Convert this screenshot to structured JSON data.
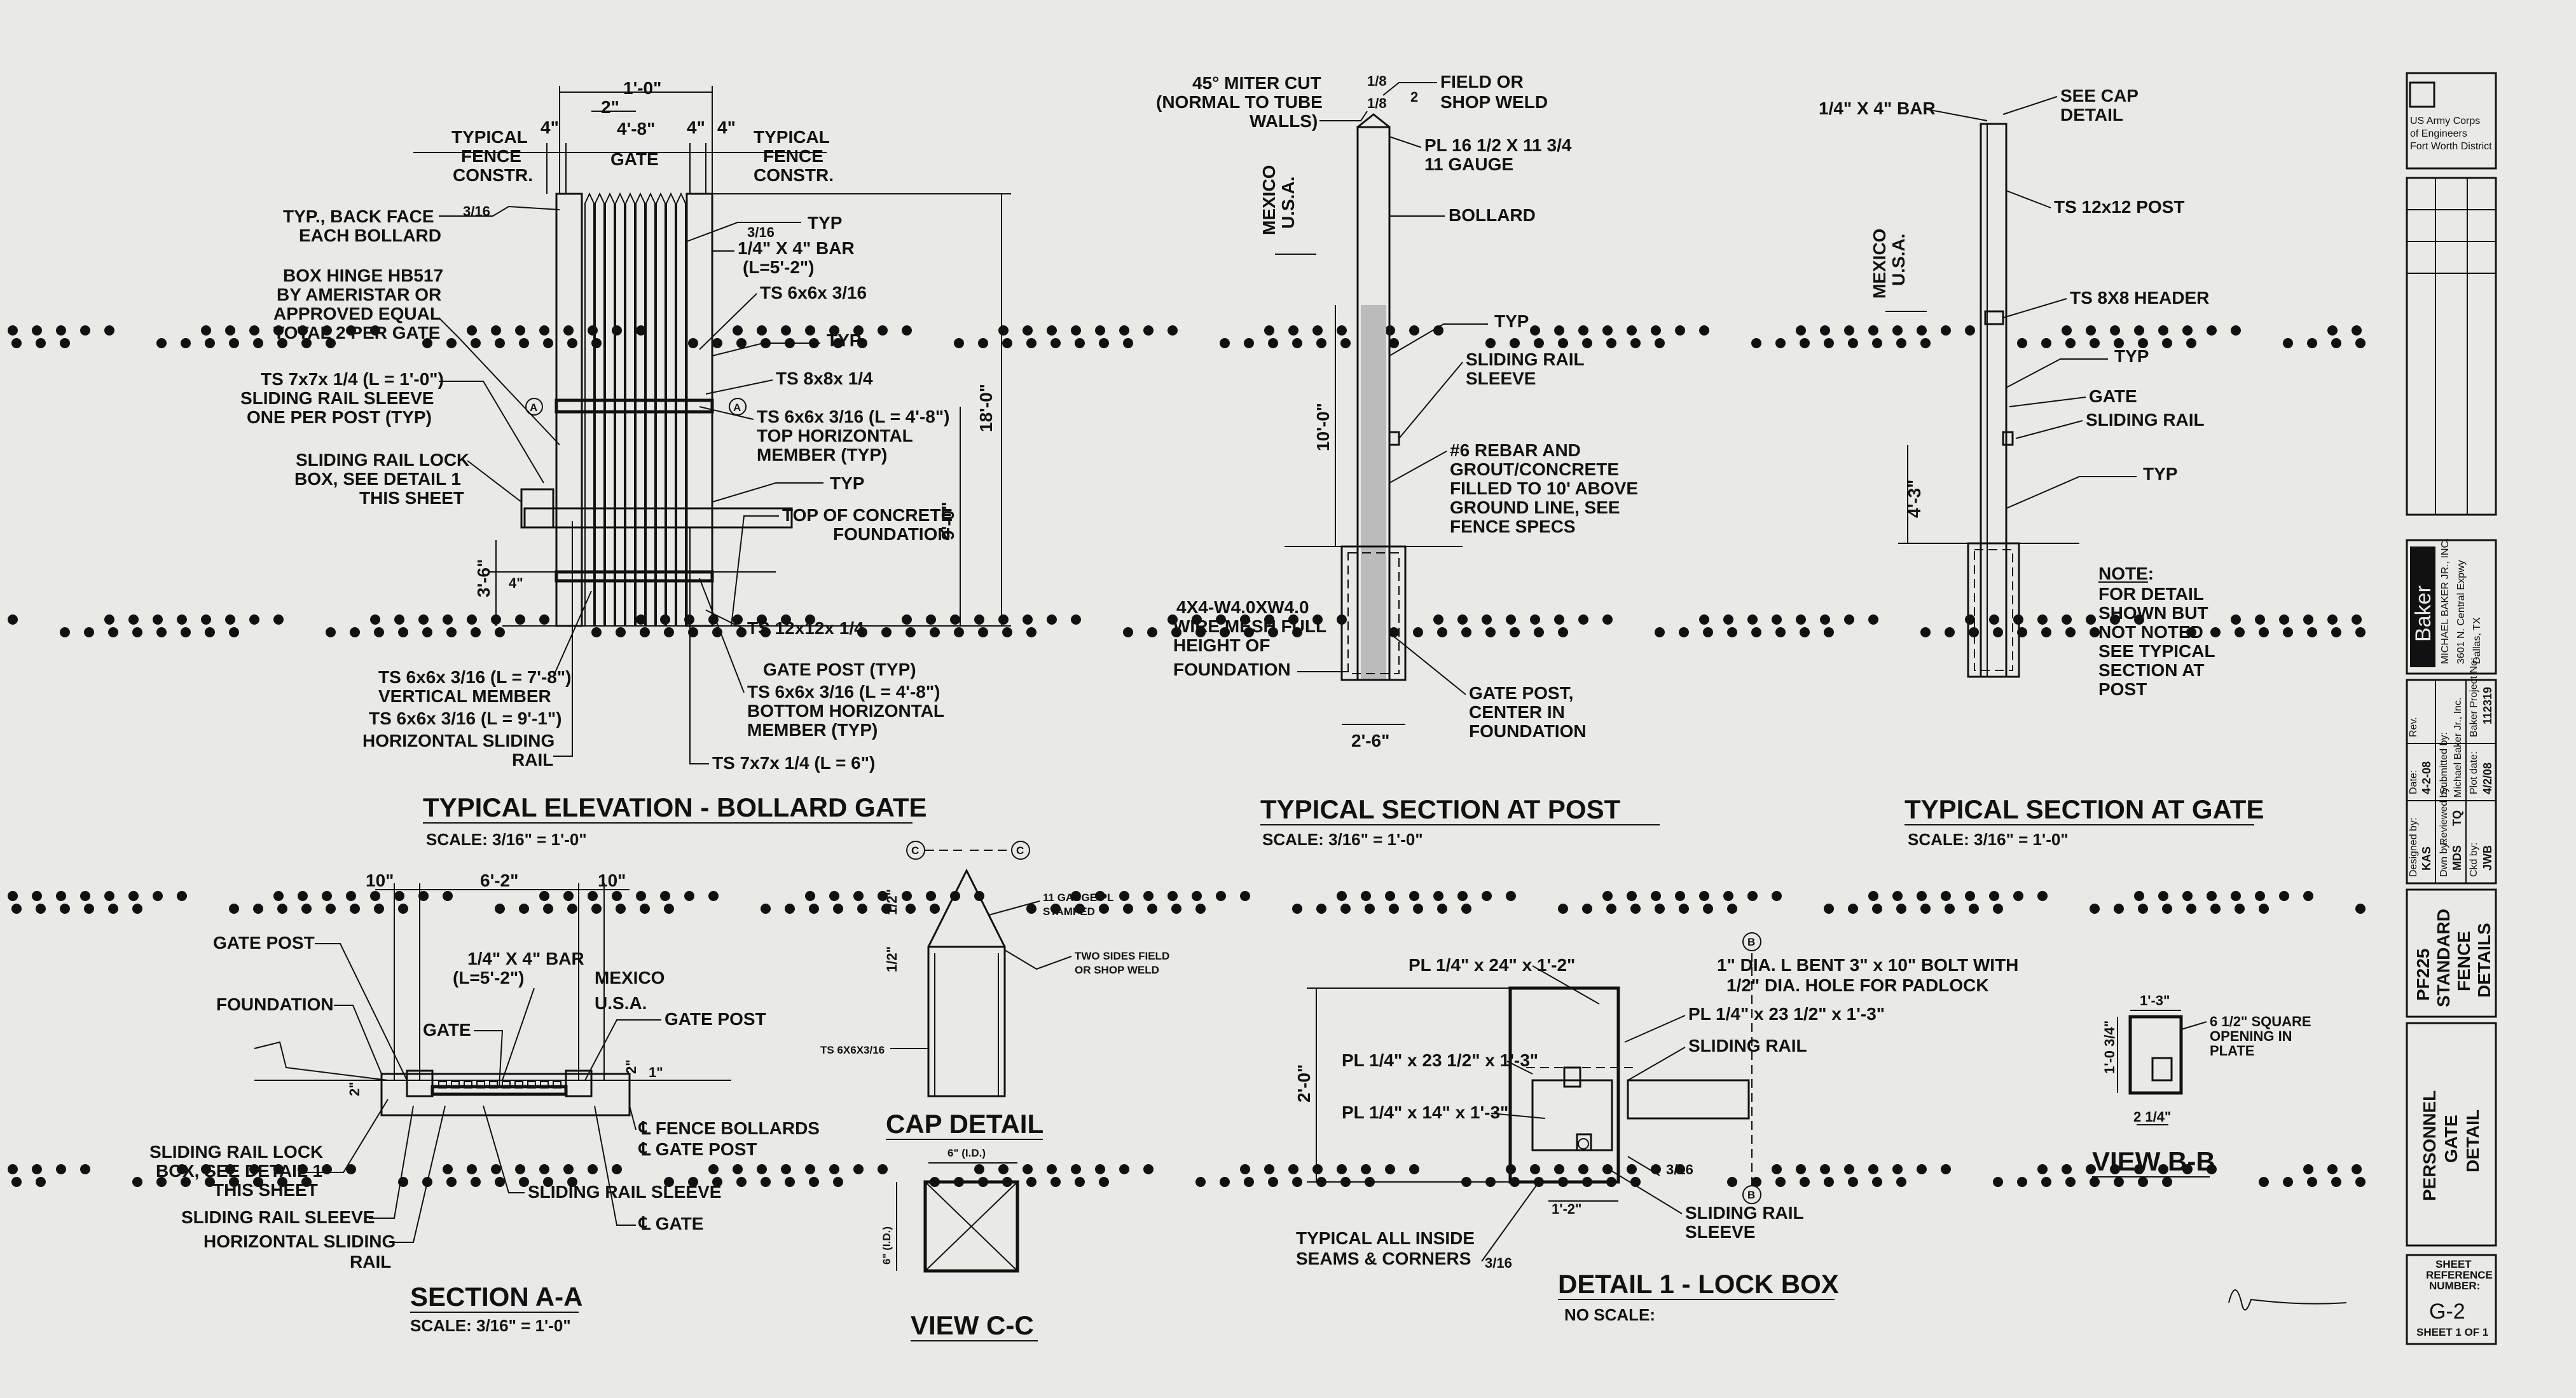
{
  "views": {
    "elevation": {
      "title": "TYPICAL ELEVATION - BOLLARD GATE",
      "scale": "SCALE: 3/16\" = 1'-0\"",
      "dims": {
        "top": "1'-0\"",
        "two_in": "2\"",
        "four_in_a": "4\"",
        "gate_width": "4'-8\"",
        "four_in_b": "4\"",
        "four_in_c": "4\"",
        "gate": "GATE",
        "height": "18'-0\"",
        "nine_ft": "9'-0\"",
        "three_six": "3'-6\"",
        "four_in_d": "4\""
      },
      "labels": {
        "fence_left": [
          "TYPICAL",
          "FENCE",
          "CONSTR."
        ],
        "fence_right": [
          "TYPICAL",
          "FENCE",
          "CONSTR."
        ],
        "back_face": [
          "TYP., BACK FACE",
          "EACH BOLLARD"
        ],
        "box_hinge": [
          "BOX HINGE HB517",
          "BY AMERISTAR OR",
          "APPROVED EQUAL",
          "TOTAL 2 PER GATE"
        ],
        "ts7": [
          "TS 7x7x 1/4 (L = 1'-0\")",
          "SLIDING RAIL SLEEVE",
          "ONE PER POST (TYP)"
        ],
        "rail_lock": [
          "SLIDING RAIL LOCK",
          "BOX, SEE DETAIL 1",
          "THIS SHEET"
        ],
        "bar": [
          "1/4\" X 4\" BAR",
          "(L=5'-2\")"
        ],
        "typ1": "TYP",
        "ts6a": "TS 6x6x 3/16",
        "typ2": "TYP",
        "ts8": "TS 8x8x 1/4",
        "top_member": [
          "TS 6x6x 3/16 (L = 4'-8\")",
          "TOP HORIZONTAL",
          "MEMBER (TYP)"
        ],
        "typ3": "TYP",
        "concrete": [
          "TOP OF CONCRETE",
          "FOUNDATION"
        ],
        "gate_post": [
          "TS 12x12x 1/4",
          "GATE POST (TYP)"
        ],
        "vertical": [
          "TS 6x6x 3/16 (L = 7'-8\")",
          "VERTICAL MEMBER",
          "TS 6x6x 3/16 (L = 9'-1\")",
          "HORIZONTAL SLIDING",
          "RAIL"
        ],
        "bottom": [
          "TS 6x6x 3/16 (L = 4'-8\")",
          "BOTTOM HORIZONTAL",
          "MEMBER (TYP)"
        ],
        "ts7b": "TS 7x7x 1/4 (L = 6\")",
        "weld1": "3/16",
        "weld2": "3/16"
      }
    },
    "section_post": {
      "title": "TYPICAL SECTION AT POST",
      "scale": "SCALE: 3/16\" = 1'-0\"",
      "labels": {
        "miter": [
          "45° MITER CUT",
          "(NORMAL TO TUBE",
          "WALLS)"
        ],
        "field": [
          "FIELD OR",
          "SHOP WELD"
        ],
        "plate": [
          "PL 16 1/2 X 11 3/4",
          "11 GAUGE"
        ],
        "bollard": "BOLLARD",
        "mexico": "MEXICO",
        "usa": "U.S.A.",
        "typ": "TYP",
        "sleeve": [
          "SLIDING RAIL",
          "SLEEVE"
        ],
        "rebar": [
          "#6 REBAR AND",
          "GROUT/CONCRETE",
          "FILLED TO 10' ABOVE",
          "GROUND LINE, SEE",
          "FENCE SPECS"
        ],
        "wire": [
          "4X4-W4.0XW4.0",
          "WIRE MESH FULL",
          "HEIGHT OF",
          "FOUNDATION"
        ],
        "gate_post": [
          "GATE POST,",
          "CENTER IN",
          "FOUNDATION"
        ],
        "ten_ft": "10'-0\"",
        "two_six": "2'-6\"",
        "w1": "1/8",
        "w2": "2"
      }
    },
    "section_gate": {
      "title": "TYPICAL SECTION AT GATE",
      "scale": "SCALE: 3/16\" = 1'-0\"",
      "labels": {
        "bar": "1/4\" X 4\" BAR",
        "cap": [
          "SEE CAP",
          "DETAIL"
        ],
        "ts12": "TS 12x12 POST",
        "header": "TS 8X8 HEADER",
        "typ1": "TYP",
        "gate": "GATE",
        "rail": "SLIDING RAIL",
        "typ2": "TYP",
        "mexico": "MEXICO",
        "usa": "U.S.A.",
        "four_three": "4'-3\"",
        "note": [
          "NOTE:",
          "FOR DETAIL",
          "SHOWN BUT",
          "NOT NOTED",
          "SEE TYPICAL",
          "SECTION AT",
          "POST"
        ]
      }
    },
    "section_aa": {
      "title": "SECTION A-A",
      "scale": "SCALE: 3/16\" = 1'-0\"",
      "labels": {
        "ten_a": "10\"",
        "six_two": "6'-2\"",
        "ten_b": "10\"",
        "gate_post_l": "GATE POST",
        "bar": [
          "1/4\" X 4\" BAR",
          "(L=5'-2\")"
        ],
        "mexico": "MEXICO",
        "usa": "U.S.A.",
        "foundation": "FOUNDATION",
        "gate": "GATE",
        "gate_post_r": "GATE POST",
        "fence": "℄ FENCE BOLLARDS",
        "cgpost": "℄ GATE POST",
        "lock": [
          "SLIDING RAIL LOCK",
          "BOX, SEE DETAIL 1",
          "THIS SHEET"
        ],
        "sleeve_r": "SLIDING RAIL SLEEVE",
        "sleeve_l": "SLIDING RAIL SLEEVE",
        "cgate": "℄ GATE",
        "horiz": [
          "HORIZONTAL SLIDING",
          "RAIL"
        ],
        "two": "2\"",
        "one": "1\""
      }
    },
    "cap": {
      "title": "CAP DETAIL",
      "labels": {
        "plate": [
          "11 GAUGE PL",
          "STAMPED"
        ],
        "weld": [
          "TWO SIDES FIELD",
          "OR SHOP WELD"
        ],
        "ts": "TS 6X6X3/16",
        "d1": "1/2\"",
        "d2": "1/2\"",
        "c": "C"
      }
    },
    "view_cc": {
      "title": "VIEW C-C",
      "labels": {
        "w": "6\" (I.D.)",
        "h": "6\" (I.D.)"
      }
    },
    "lock_box": {
      "title": "DETAIL 1 - LOCK BOX",
      "scale": "NO SCALE:",
      "labels": {
        "pl24": "PL 1/4\" x 24\" x 1'-2\"",
        "bolt": [
          "1\" DIA. L BENT 3\" x 10\" BOLT WITH",
          "1/2\" DIA. HOLE FOR PADLOCK"
        ],
        "pl23a": "PL 1/4\" x 23 1/2\" x 1'-3\"",
        "pl23b": "PL 1/4\" x 23 1/2\" x 1'-3\"",
        "pl14": "PL 1/4\" x 14\" x 1'-3\"",
        "rail1": "SLIDING RAIL",
        "rail2": "SLIDING RAIL",
        "sleeve": "SLEEVE",
        "seams": [
          "TYPICAL ALL INSIDE",
          "SEAMS & CORNERS"
        ],
        "two_ft": "2'-0\"",
        "one_two": "1'-2\"",
        "b": "B",
        "w": "3/16"
      }
    },
    "view_bb": {
      "title": "VIEW B-B",
      "labels": {
        "w": "1'-3\"",
        "h": "1'-0 3/4\"",
        "sq": [
          "6 1/2\" SQUARE",
          "OPENING IN",
          "PLATE"
        ],
        "small": "2 1/4\""
      }
    }
  },
  "title_block": {
    "agency": [
      "US Army Corps",
      "of Engineers",
      "Fort Worth District"
    ],
    "firm": "Baker",
    "firm_address": [
      "MICHAEL BAKER JR., INC.",
      "3601 N. Central Expwy",
      "Dallas, TX"
    ],
    "fields": {
      "designed_by_label": "Designed by:",
      "designed_by": "KAS",
      "drawn_by_label": "Dwn by:",
      "drawn_by": "MDS",
      "ckd_by_label": "Ckd by:",
      "ckd_by": "JWB",
      "reviewed_by_label": "Reviewed by:",
      "reviewed_by": "TQ",
      "submitted_label": "Submitted by:",
      "submitted": "Michael Baker Jr., Inc.",
      "plot_label": "Plot date:",
      "plot": "4/2/08",
      "project_label": "Baker Project No:",
      "project": "112319",
      "date_label": "Date:",
      "date": "4-2-08",
      "rev_label": "Rev."
    },
    "project_title": [
      "PF225",
      "STANDARD",
      "FENCE",
      "DETAILS"
    ],
    "sheet_title": [
      "PERSONNEL",
      "GATE",
      "DETAIL"
    ],
    "sheet_ref_label": [
      "SHEET",
      "REFERENCE",
      "NUMBER:"
    ],
    "sheet_number": "G-2",
    "sheet_count": "SHEET 1 OF 1"
  }
}
